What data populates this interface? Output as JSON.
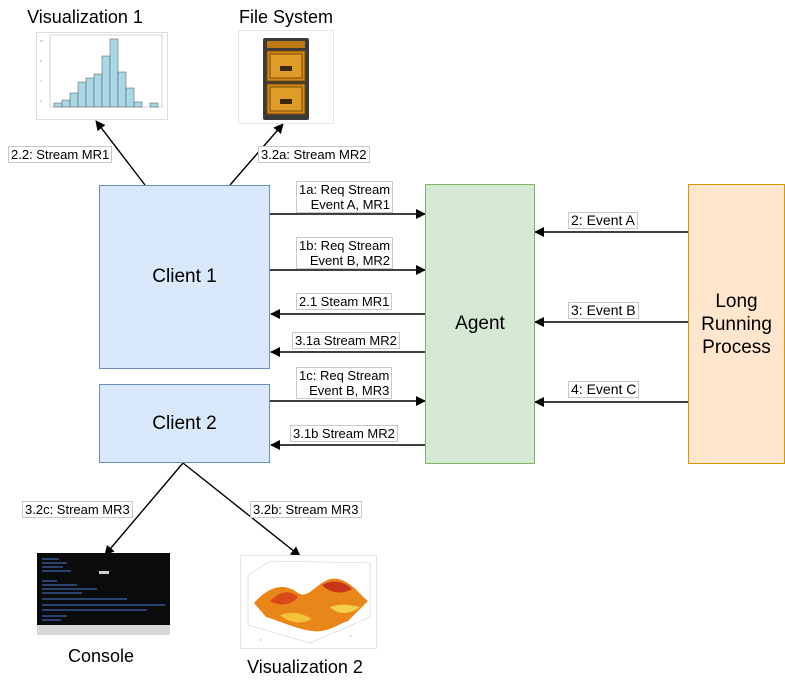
{
  "nodes": {
    "client1": "Client 1",
    "client2": "Client 2",
    "agent": "Agent",
    "process": "Long\nRunning\nProcess"
  },
  "titles": {
    "visualization1": "Visualization 1",
    "file_system": "File System",
    "console": "Console",
    "visualization2": "Visualization 2"
  },
  "edges": {
    "e_2_2": "2.2: Stream MR1",
    "e_3_2a": "3.2a: Stream MR2",
    "e_1a": "1a: Req Stream\nEvent A, MR1",
    "e_1b": "1b: Req Stream\nEvent B, MR2",
    "e_2_1": "2.1 Steam MR1",
    "e_3_1a": "3.1a Stream MR2",
    "e_1c": "1c: Req Stream\nEvent B, MR3",
    "e_3_1b": "3.1b Stream MR2",
    "e_ev_a": "2: Event A",
    "e_ev_b": "3: Event B",
    "e_ev_c": "4: Event C",
    "e_3_2c": "3.2c: Stream MR3",
    "e_3_2b": "3.2b: Stream MR3"
  },
  "colors": {
    "client_fill": "#dae8fc",
    "client_stroke": "#6c8ebf",
    "agent_fill": "#d5e8d4",
    "agent_stroke": "#82b366",
    "process_fill": "#ffe6cc",
    "process_stroke": "#d79b00",
    "histogram_bar": "#a8d8e6"
  },
  "icons": {
    "visualization1": "histogram-thumbnail",
    "file_system": "file-cabinet-icon",
    "console": "terminal-screenshot",
    "visualization2": "surface-plot-thumbnail"
  }
}
